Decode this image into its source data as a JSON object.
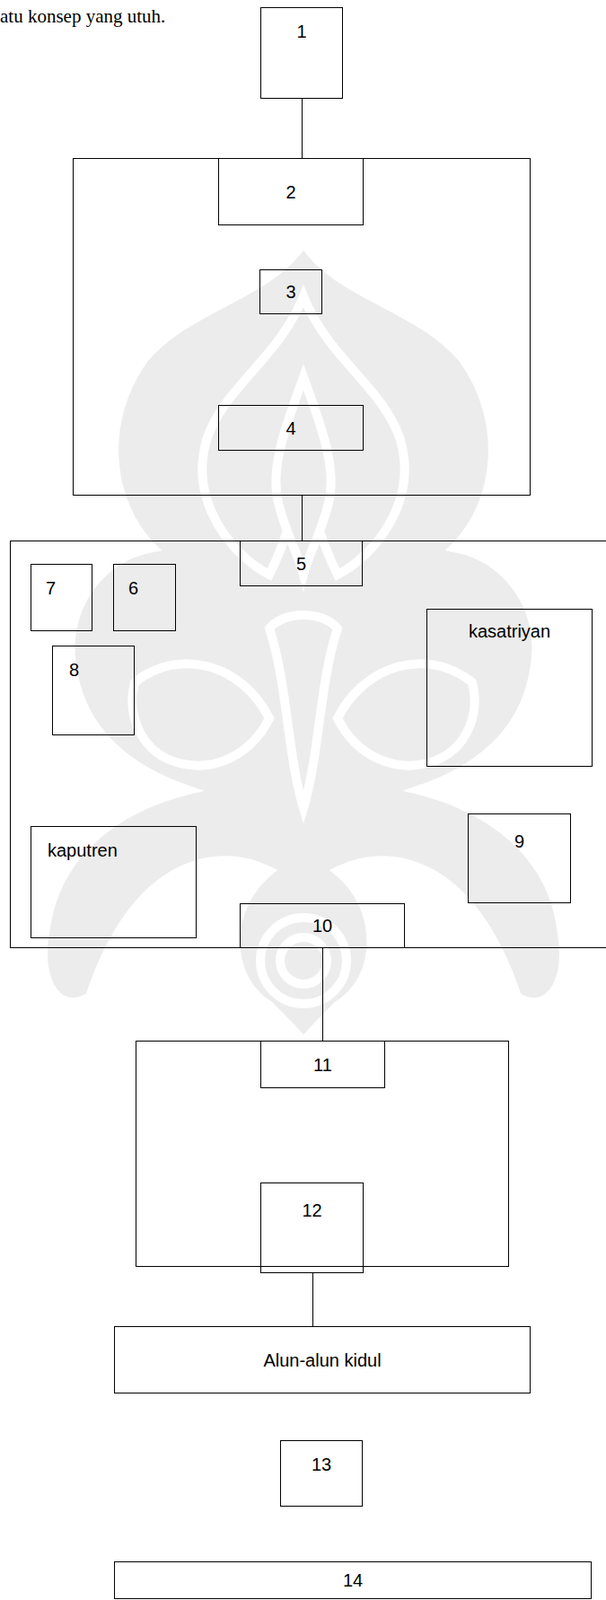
{
  "diagram": {
    "nodes": [
      {
        "text": [
          "1"
        ]
      },
      {
        "text": []
      },
      {
        "text": [
          "2"
        ],
        "in": 1
      },
      {
        "text": [
          "3"
        ],
        "in": 1
      },
      {
        "text": [
          "4"
        ],
        "in": 1
      },
      {
        "text": []
      },
      {
        "text": [
          "5"
        ],
        "in": 5
      },
      {
        "text": [
          "7"
        ],
        "in": 5
      },
      {
        "text": [
          "6"
        ],
        "in": 5
      },
      {
        "text": [
          "kasatriyan"
        ],
        "in": 5
      },
      {
        "text": [
          "8"
        ],
        "in": 5
      },
      {
        "text": [
          "9"
        ],
        "in": 5
      },
      {
        "text": [
          "kaputren"
        ],
        "in": 5
      },
      {
        "text": [
          "10"
        ],
        "in": 5
      },
      {
        "text": []
      },
      {
        "text": [
          "11"
        ],
        "in": 14
      },
      {
        "text": [
          "12"
        ],
        "in": 14
      },
      {
        "text": [
          "Alun-alun kidul"
        ]
      },
      {
        "text": [
          "13"
        ]
      },
      {
        "text": [
          "14"
        ]
      }
    ],
    "edges": [
      {
        "from": 0,
        "to": 2,
        "arrow": "none"
      },
      {
        "from": 1,
        "to": 6,
        "arrow": "none"
      },
      {
        "from": 13,
        "to": 15,
        "arrow": "none"
      },
      {
        "from": 16,
        "to": 17,
        "arrow": "none"
      }
    ],
    "labels": [
      "atu konsep yang utuh."
    ]
  }
}
